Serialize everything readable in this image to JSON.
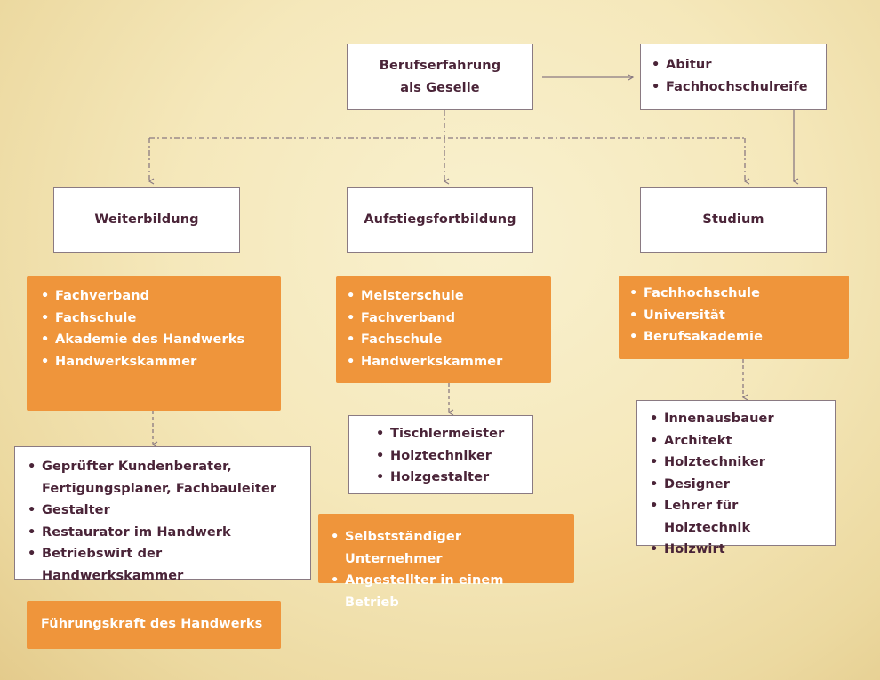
{
  "top": {
    "experience": [
      "Berufserfahrung",
      "als Geselle"
    ],
    "qualifications": [
      "Abitur",
      "Fachhochschulreife"
    ]
  },
  "columns": [
    {
      "header": "Weiterbildung",
      "institutions": [
        "Fachverband",
        "Fachschule",
        "Akademie des Handwerks",
        "Handwerkskammer"
      ],
      "outcomes": [
        "Geprüfter Kundenberater, Fertigungsplaner, Fachbauleiter",
        "Gestalter",
        "Restaurator im Handwerk",
        "Betriebswirt der Handwerkskammer"
      ],
      "final": "Führungskraft des Handwerks"
    },
    {
      "header": "Aufstiegsfortbildung",
      "institutions": [
        "Meisterschule",
        "Fachverband",
        "Fachschule",
        "Handwerkskammer"
      ],
      "outcomes": [
        "Tischlermeister",
        "Holztechniker",
        "Holzgestalter"
      ],
      "final": [
        "Selbstständiger Unternehmer",
        "Angestellter in einem Betrieb"
      ]
    },
    {
      "header": "Studium",
      "institutions": [
        "Fachhochschule",
        "Universität",
        "Berufsakademie"
      ],
      "outcomes": [
        "Innenausbauer",
        "Architekt",
        "Holztechniker",
        "Designer",
        "Lehrer für Holztechnik",
        "Holzwirt"
      ]
    }
  ],
  "colors": {
    "orange": "#ef953b",
    "text_dark": "#4a2438",
    "line": "#8a7a82"
  }
}
